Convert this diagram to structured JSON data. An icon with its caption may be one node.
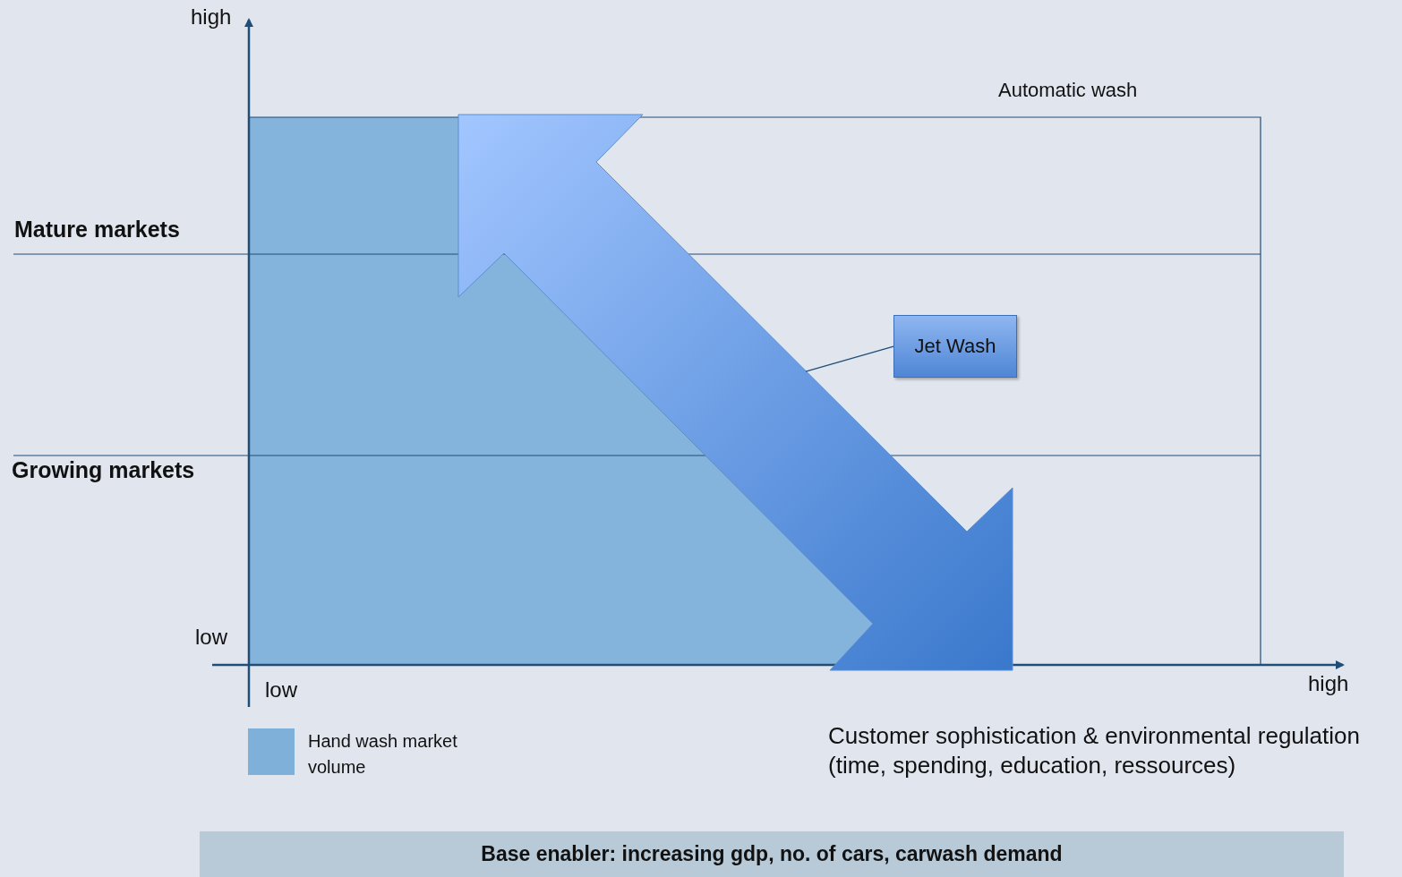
{
  "diagram": {
    "nodes": [
      {
        "text": [
          "Jet Wash"
        ]
      },
      {
        "text": [],
        "shape": "arrow"
      },
      {
        "text": [
          "Base enabler: increasing gdp, no. of cars, carwash demand"
        ]
      }
    ],
    "edges": [
      {
        "from": 0,
        "to": 1,
        "arrow": "none"
      }
    ],
    "labels": [
      "high",
      "Automatic wash",
      "Mature markets",
      "Growing markets",
      "low",
      "low",
      "high",
      "Customer sophistication & environmental regulation (time, spending, education, ressources)"
    ],
    "legend": [
      {
        "text": "Hand wash market volume",
        "color": "#7eb0d9"
      }
    ]
  }
}
